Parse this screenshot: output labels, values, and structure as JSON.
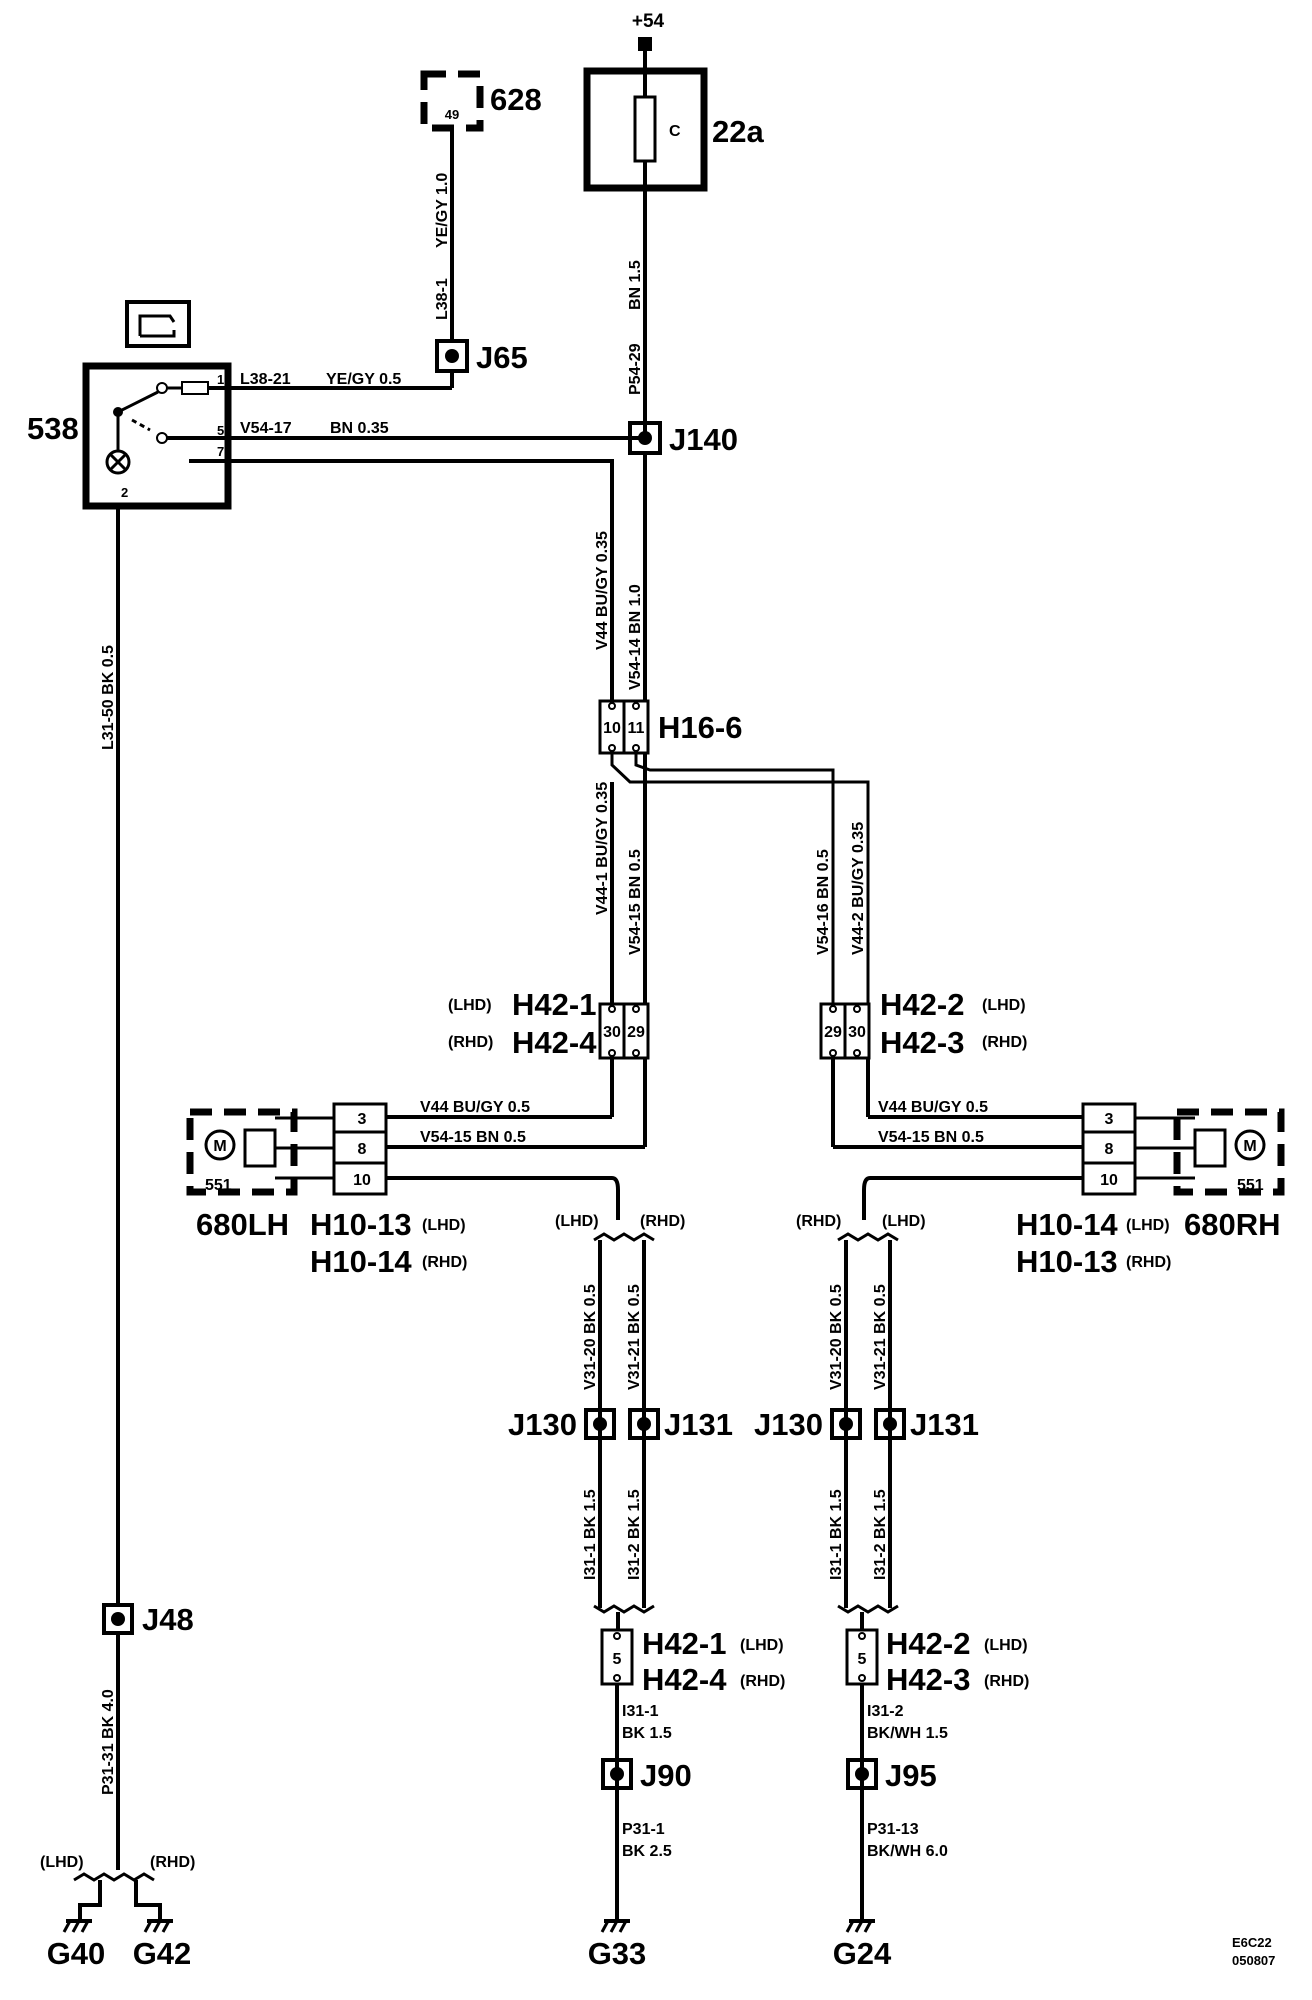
{
  "supply": "+54",
  "components": {
    "fuse_box": "22a",
    "fuse": "C",
    "relay_628": "628",
    "relay_pin": "49",
    "switch": "538",
    "motor_lh": "680LH",
    "motor_rh": "680RH",
    "motor_code": "551",
    "motor_symbol": "M"
  },
  "joints": {
    "j65": "J65",
    "j140": "J140",
    "j48": "J48",
    "j130a": "J130",
    "j131a": "J131",
    "j130b": "J130",
    "j131b": "J131",
    "j90": "J90",
    "j95": "J95"
  },
  "connectors": {
    "h16": "H16-6",
    "h42_1": "H42-1",
    "h42_4": "H42-4",
    "h42_2": "H42-2",
    "h42_3": "H42-3",
    "h10_13": "H10-13",
    "h10_14": "H10-14",
    "lhd": "(LHD)",
    "rhd": "(RHD)"
  },
  "pins": {
    "s1": "1",
    "s5": "5",
    "s7": "7",
    "s2": "2",
    "p10": "10",
    "p11": "11",
    "p30": "30",
    "p29": "29",
    "p3": "3",
    "p8": "8",
    "p5": "5"
  },
  "wires": {
    "yegy_10": "YE/GY  1.0",
    "l38_1": "L38-1",
    "bn_15": "BN  1.5",
    "p54_29": "P54-29",
    "l38_21": "L38-21",
    "yegy_05": "YE/GY   0.5",
    "v54_17": "V54-17",
    "bn_035": "BN   0.35",
    "v44_v": "V44   BU/GY   0.35",
    "v54_14": "V54-14   BN   1.0",
    "l31_50": "L31-50   BK   0.5",
    "v44_1": "V44-1   BU/GY   0.35",
    "v54_15v": "V54-15   BN   0.5",
    "v54_16": "V54-16   BN   0.5",
    "v44_2": "V44-2   BU/GY   0.35",
    "v44_lh": "V44   BU/GY    0.5",
    "v54_15_lh": "V54-15       BN  0.5",
    "v44_rh": "V44   BU/GY    0.5",
    "v54_15_rh": "V54-15       BN  0.5",
    "v31_20": "V31-20   BK   0.5",
    "v31_21": "V31-21   BK   0.5",
    "i31_1v": "I31-1   BK   1.5",
    "i31_2v": "I31-2   BK   1.5",
    "p31_31": "P31-31   BK   4.0",
    "i31_1": "I31-1",
    "bk_15": "BK  1.5",
    "i31_2": "I31-2",
    "bkwh_15": "BK/WH    1.5",
    "p31_1": "P31-1",
    "bk_25": "BK   2.5",
    "p31_13": "P31-13",
    "bkwh_60": "BK/WH    6.0"
  },
  "grounds": {
    "g40": "G40",
    "g42": "G42",
    "g33": "G33",
    "g24": "G24"
  },
  "footer": {
    "code": "E6C22",
    "date": "050807"
  }
}
